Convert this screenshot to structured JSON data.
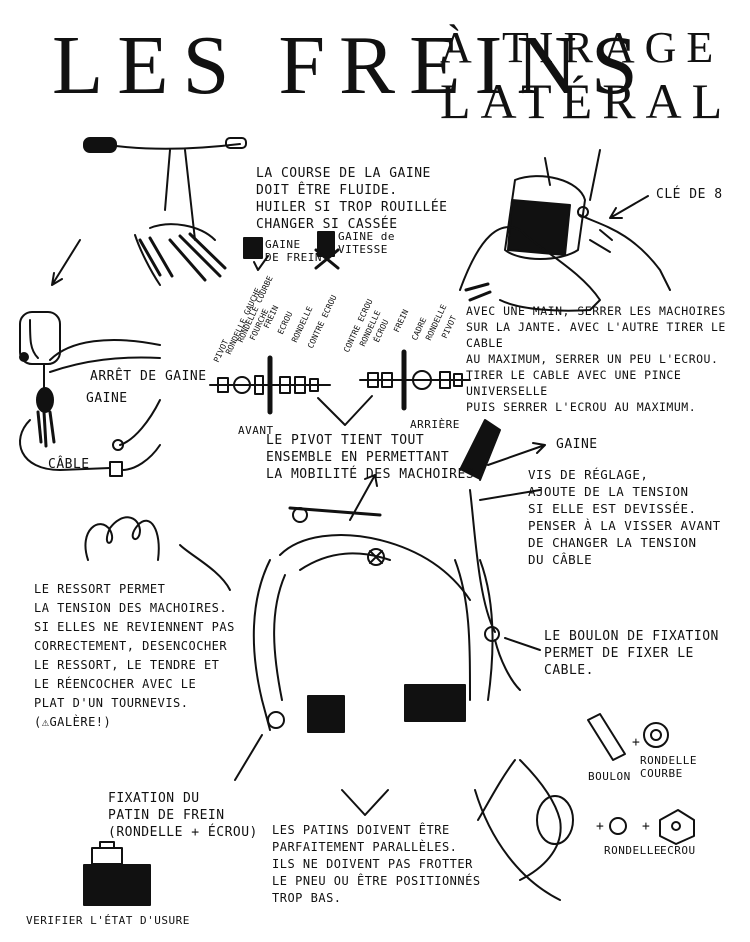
{
  "title": {
    "line1": "LES FREINS",
    "line2": "À TIRAGE",
    "line3": "LATÉRAL"
  },
  "gaine_note": {
    "text": "LA COURSE DE LA GAINE\nDOIT ÊTRE FLUIDE.\nHUILER SI TROP ROUILLÉE\nCHANGER SI CASSÉE",
    "gaine_frein": "GAINE\nDE FREIN",
    "gaine_vitesse": "GAINE de\nVITESSE"
  },
  "cle_label": "CLÉ DE 8",
  "tighten_note": "AVEC UNE MAIN, SERRER LES MACHOIRES\nSUR LA JANTE. AVEC L'AUTRE TIRER LE CABLE\nAU MAXIMUM, SERRER UN PEU L'ECROU.\nTIRER LE CABLE AVEC UNE PINCE UNIVERSELLE\nPUIS SERRER L'ECROU AU MAXIMUM.",
  "lever_labels": {
    "arret": "ARRÊT DE GAINE",
    "gaine": "GAINE",
    "cable": "CÂBLE"
  },
  "avant": {
    "label": "AVANT",
    "parts": [
      "PIVOT",
      "RONDELLE GAUCHE",
      "RONDELLE COURBE",
      "FOURCHE",
      "FREIN",
      "ECROU",
      "RONDELLE",
      "CONTRE ECROU"
    ]
  },
  "arriere": {
    "label": "ARRIÈRE",
    "parts": [
      "CONTRE ECROU",
      "RONDELLE",
      "ÉCROU",
      "FREIN",
      "CADRE",
      "RONDELLE",
      "PIVOT"
    ]
  },
  "pivot_note": "LE PIVOT TIENT TOUT\nENSEMBLE EN PERMETTANT\nLA MOBILITÉ DES MACHOIRES",
  "right_labels": {
    "gaine": "GAINE",
    "vis": "VIS DE RÉGLAGE,\nAJOUTE DE LA TENSION\nSI ELLE EST DEVISSÉE.\nPENSER À LA VISSER AVANT\nDE CHANGER LA TENSION\nDU CÂBLE",
    "boulon": "LE BOULON DE FIXATION\nPERMET DE FIXER LE\nCABLE."
  },
  "ressort_note": "LE RESSORT PERMET\nLA TENSION DES MACHOIRES.\nSI ELLES NE REVIENNENT PAS\nCORRECTEMENT, DESENCOCHER\nLE RESSORT, LE TENDRE ET\nLE RÉENCOCHER AVEC LE\nPLAT D'UN TOURNEVIS.\n(⚠GALÈRE!)",
  "fixation_note": "FIXATION DU\nPATIN DE FREIN\n(RONDELLE + ÉCROU)",
  "usure_label": "VERIFIER L'ÉTAT D'USURE",
  "patins_note": "LES PATINS DOIVENT ÊTRE\nPARFAITEMENT PARALLÈLES.\nILS NE DOIVENT PAS FROTTER\nLE PNEU OU ÊTRE POSITIONNÉS\nTROP BAS.",
  "hardware": {
    "boulon": "BOULON",
    "plus": "+",
    "rondelle_courbe": "RONDELLE\nCOURBE",
    "rondelle": "RONDELLE",
    "ecrou": "ECROU"
  }
}
